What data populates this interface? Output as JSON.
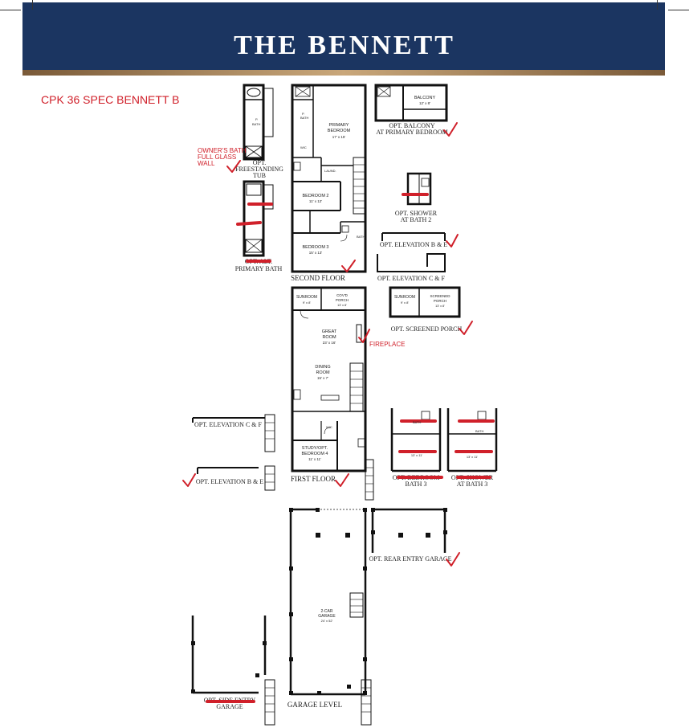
{
  "header": {
    "title": "THE BENNETT"
  },
  "spec_note": "CPK 36 SPEC BENNETT B",
  "annotations": {
    "owners_bath": [
      "OWNER'S BATH",
      "FULL GLASS",
      "WALL"
    ],
    "fireplace": "FIREPLACE"
  },
  "second_floor": {
    "caption": "SECOND FLOOR",
    "rooms": {
      "primary_bedroom": [
        "PRIMARY",
        "BEDROOM",
        "17' x 15'"
      ],
      "bedroom2": [
        "BEDROOM 2",
        "11' x 12'"
      ],
      "bedroom3": [
        "BEDROOM 3",
        "15' x 13'"
      ],
      "bath": "BATH",
      "p_bath": [
        "P.",
        "BATH"
      ],
      "wic": "WIC",
      "laund": "LAUND."
    }
  },
  "options_upper": {
    "freestanding_tub": [
      "OPT.",
      "FREESTANDING",
      "TUB"
    ],
    "primary_bath": [
      "OPT. ALT.",
      "PRIMARY BATH"
    ],
    "balcony": [
      "OPT. BALCONY",
      "AT PRIMARY BEDROOM"
    ],
    "balcony_room": [
      "BALCONY",
      "12' x 8'"
    ],
    "shower_bath2": [
      "OPT. SHOWER",
      "AT BATH 2"
    ],
    "elevation_be": "OPT. ELEVATION B & E",
    "elevation_cf": "OPT. ELEVATION C & F"
  },
  "first_floor": {
    "caption": "FIRST FLOOR",
    "rooms": {
      "sunroom": [
        "SUNROOM",
        "9' x 8'"
      ],
      "covd_porch": [
        "COV'D",
        "PORCH",
        "13' x 8'"
      ],
      "great_room": [
        "GREAT",
        "ROOM",
        "23' x 16'"
      ],
      "dining_room": [
        "DINING",
        "ROOM",
        "15' x 7'"
      ],
      "study": [
        "STUDY/OPT.",
        "BEDROOM 4",
        "11' x 11'"
      ],
      "wic": "WIC"
    }
  },
  "options_first": {
    "screened_porch": "OPT. SCREENED PORCH",
    "screened_sunroom": [
      "SUNROOM",
      "9' x 8'"
    ],
    "screened_room": [
      "SCREENED",
      "PORCH",
      "13' x 8'"
    ],
    "elevation_cf": "OPT. ELEVATION C & F",
    "elevation_be": "OPT. ELEVATION B & E",
    "bath3_left": [
      "OPT. BEDROOM",
      "BATH 3"
    ],
    "bath3_right": [
      "OPT. SHOWER",
      "AT BATH 3"
    ],
    "bath_label": "BATH",
    "room_dim": "13' x 11'"
  },
  "garage_level": {
    "caption": "GARAGE LEVEL",
    "garage": [
      "2-CAR",
      "GARAGE",
      "24' x 52'"
    ],
    "rear_entry": "OPT. REAR ENTRY GARAGE",
    "side_entry": [
      "OPT. SIDE ENTRY",
      "GARAGE"
    ]
  }
}
